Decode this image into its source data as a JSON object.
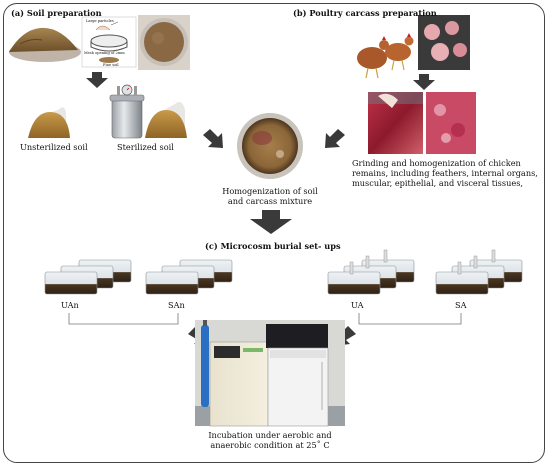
{
  "panels": {
    "soil_prep": "(a) Soil preparation",
    "carcass_prep": "(b) Poultry carcass preparation",
    "microcosm": "(c) Microcosm burial set- ups"
  },
  "captions": {
    "unsterilized": "Unsterilized soil",
    "sterilized": "Sterilized soil",
    "homogenization_line1": "Homogenization of soil",
    "homogenization_line2": "and carcass mixture",
    "grinding_line1": "Grinding and homogenization of chicken",
    "grinding_line2": "remains, including feathers, internal organs,",
    "grinding_line3": "muscular, epithelial, and visceral tissues,",
    "incubation_line1": "Incubation under aerobic and",
    "incubation_line2": "anaerobic condition at 25˚ C"
  },
  "sieve_labels": {
    "top": "Large particles",
    "left": "Mesh opening of 2mm",
    "bottom": "Fine soil"
  },
  "groups": [
    "UAn",
    "SAn",
    "UA",
    "SA"
  ],
  "colors": {
    "soil": "#8a6a3c",
    "soil_dark": "#5e4424",
    "arrow": "#3a3a3a",
    "frame": "#444444",
    "meat": "#b0283a"
  }
}
